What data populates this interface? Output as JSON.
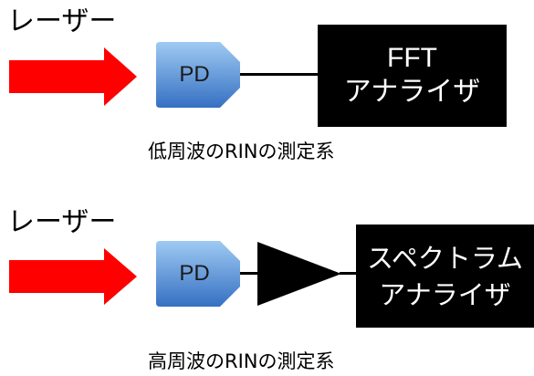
{
  "colors": {
    "laser_arrow": "#ff0000",
    "pd_fill_top": "#8fc0ee",
    "pd_fill_bottom": "#3a78c8",
    "box": "#000000",
    "box_text": "#ffffff",
    "line": "#000000"
  },
  "top_setup": {
    "laser_label": "レーザー",
    "pd_label": "PD",
    "analyzer_line1": "FFT",
    "analyzer_line2": "アナライザ",
    "caption": "低周波のRINの測定系"
  },
  "bottom_setup": {
    "laser_label": "レーザー",
    "pd_label": "PD",
    "analyzer_line1": "スペクトラム",
    "analyzer_line2": "アナライザ",
    "caption": "高周波のRINの測定系"
  }
}
